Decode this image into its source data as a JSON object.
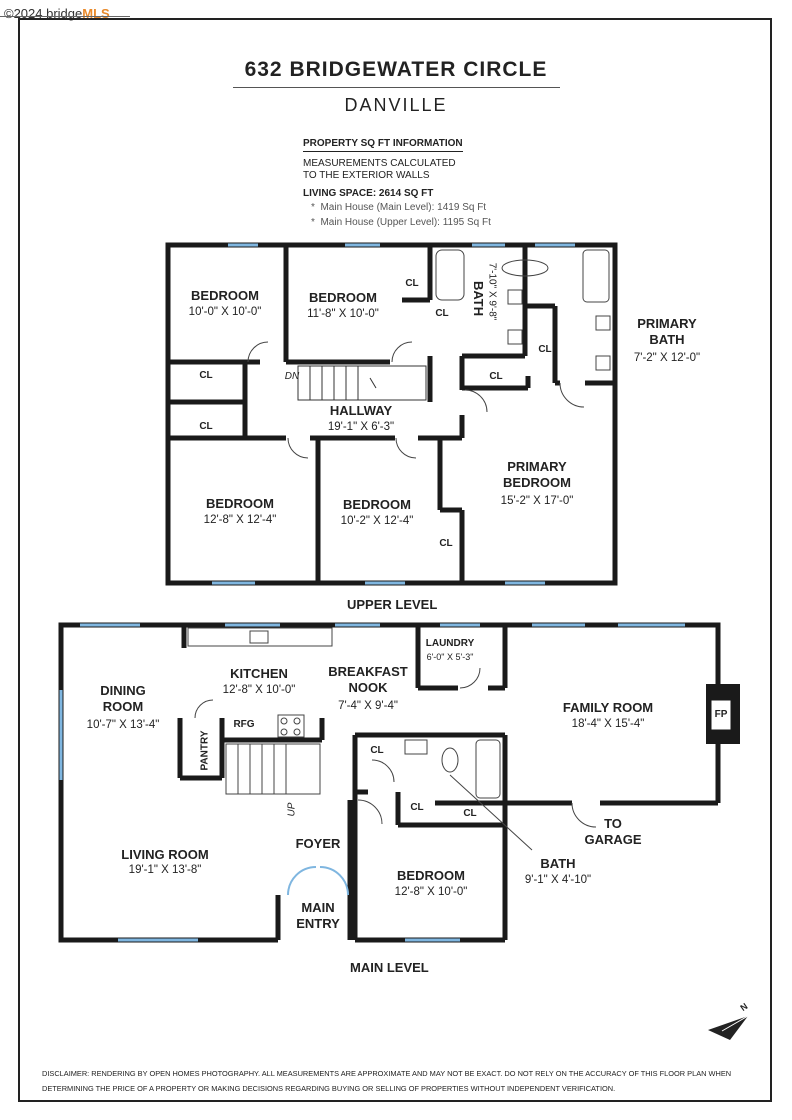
{
  "watermark": {
    "prefix": "©2024 bridge",
    "brand": "MLS"
  },
  "header": {
    "title": "632 BRIDGEWATER CIRCLE",
    "city": "DANVILLE"
  },
  "info": {
    "heading": "PROPERTY SQ FT INFORMATION",
    "line1": "MEASUREMENTS CALCULATED",
    "line2": "TO THE EXTERIOR WALLS",
    "living": "LIVING SPACE: 2614 SQ FT",
    "main": "Main House (Main Level):   1419 Sq Ft",
    "upper": "Main House (Upper Level):    1195 Sq Ft"
  },
  "upper": {
    "label": "UPPER LEVEL",
    "rooms": [
      {
        "name": "BEDROOM",
        "dim": "10'-0\" X 10'-0\""
      },
      {
        "name": "BEDROOM",
        "dim": "11'-8\" X 10'-0\""
      },
      {
        "name": "BATH",
        "dim": "7'-10\" X 9'-8\""
      },
      {
        "name": "PRIMARY\nBATH",
        "dim": "7'-2\" X 12'-0\""
      },
      {
        "name": "HALLWAY",
        "dim": "19'-1\" X 6'-3\""
      },
      {
        "name": "BEDROOM",
        "dim": "12'-8\" X 12'-4\""
      },
      {
        "name": "BEDROOM",
        "dim": "10'-2\" X 12'-4\""
      },
      {
        "name": "PRIMARY\nBEDROOM",
        "dim": "15'-2\" X 17'-0\""
      }
    ],
    "tags": {
      "cl": "CL",
      "dn": "DN"
    }
  },
  "main": {
    "label": "MAIN LEVEL",
    "rooms": [
      {
        "name": "DINING\nROOM",
        "dim": "10'-7\" X 13'-4\""
      },
      {
        "name": "KITCHEN",
        "dim": "12'-8\" X 10'-0\""
      },
      {
        "name": "BREAKFAST\nNOOK",
        "dim": "7'-4\" X 9'-4\""
      },
      {
        "name": "LAUNDRY",
        "dim": "6'-0\" X 5'-3\""
      },
      {
        "name": "FAMILY ROOM",
        "dim": "18'-4\" X 15'-4\""
      },
      {
        "name": "LIVING ROOM",
        "dim": "19'-1\" X 13'-8\""
      },
      {
        "name": "BEDROOM",
        "dim": "12'-8\" X 10'-0\""
      },
      {
        "name": "BATH",
        "dim": "9'-1\" X 4'-10\""
      }
    ],
    "foyer": "FOYER",
    "entry": "MAIN\nENTRY",
    "garage": "TO\nGARAGE",
    "tags": {
      "pantry": "PANTRY",
      "rfg": "RFG",
      "fp": "FP",
      "up": "UP",
      "cl": "CL"
    }
  },
  "compass": "N",
  "disclaimer": "DISCLAIMER: RENDERING BY OPEN HOMES PHOTOGRAPHY. ALL MEASUREMENTS ARE APPROXIMATE AND MAY NOT BE EXACT. DO NOT RELY ON THE ACCURACY OF THIS FLOOR PLAN WHEN DETERMINING THE PRICE OF A PROPERTY OR MAKING DECISIONS REGARDING BUYING OR SELLING OF PROPERTIES WITHOUT INDEPENDENT VERIFICATION."
}
